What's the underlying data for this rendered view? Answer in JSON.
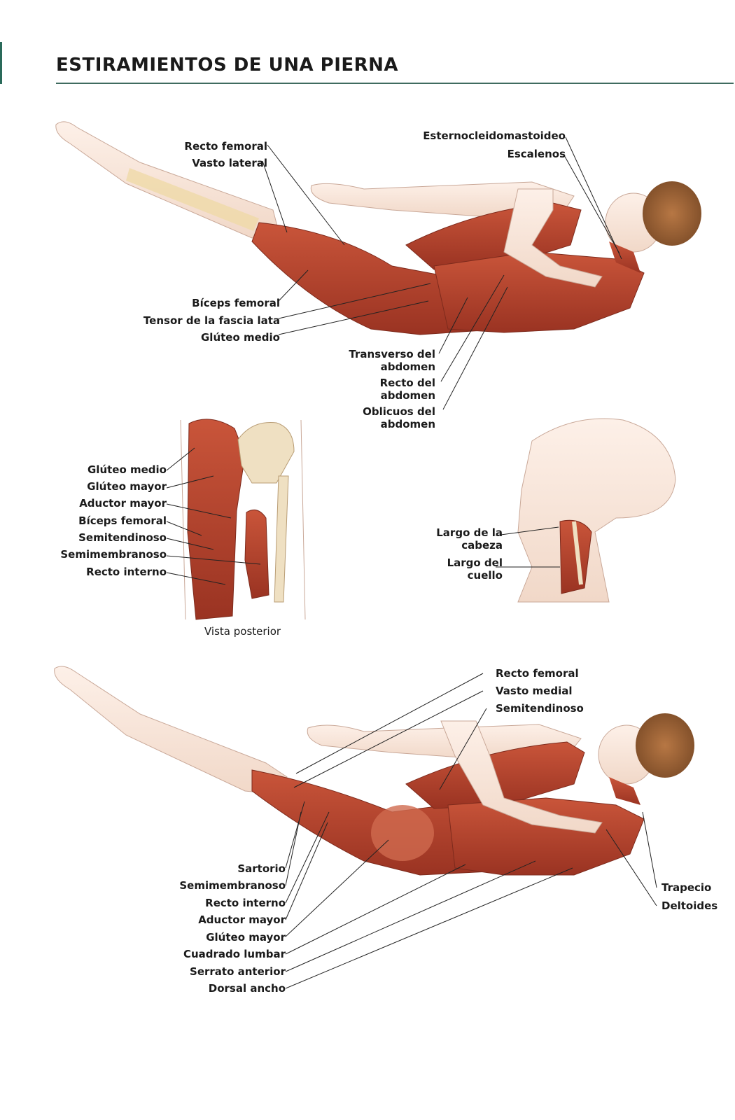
{
  "title": "ESTIRAMIENTOS DE UNA PIERNA",
  "figure1": {
    "labels": {
      "recto_femoral": "Recto femoral",
      "vasto_lateral": "Vasto lateral",
      "biceps_femoral": "Bíceps femoral",
      "tensor_fascia_lata": "Tensor de la fascia lata",
      "gluteo_medio": "Glúteo medio",
      "esternocleidomastoideo": "Esternocleidomastoideo",
      "escalenos": "Escalenos",
      "transverso_1": "Transverso del",
      "transverso_2": "abdomen",
      "recto_abd_1": "Recto del",
      "recto_abd_2": "abdomen",
      "oblicuos_1": "Oblicuos del",
      "oblicuos_2": "abdomen"
    }
  },
  "figure2": {
    "caption": "Vista posterior",
    "labels": {
      "gluteo_medio": "Glúteo medio",
      "gluteo_mayor": "Glúteo mayor",
      "aductor_mayor": "Aductor mayor",
      "biceps_femoral": "Bíceps femoral",
      "semitendinoso": "Semitendinoso",
      "semimembranoso": "Semimembranoso",
      "recto_interno": "Recto interno"
    }
  },
  "figure3": {
    "labels": {
      "largo_cabeza_1": "Largo de la",
      "largo_cabeza_2": "cabeza",
      "largo_cuello_1": "Largo del",
      "largo_cuello_2": "cuello"
    }
  },
  "figure4": {
    "labels": {
      "recto_femoral": "Recto femoral",
      "vasto_medial": "Vasto medial",
      "semitendinoso": "Semitendinoso",
      "sartorio": "Sartorio",
      "semimembranoso": "Semimembranoso",
      "recto_interno": "Recto interno",
      "aductor_mayor": "Aductor mayor",
      "gluteo_mayor": "Glúteo mayor",
      "cuadrado_lumbar": "Cuadrado lumbar",
      "serrato_anterior": "Serrato anterior",
      "dorsal_ancho": "Dorsal ancho",
      "trapecio": "Trapecio",
      "deltoides": "Deltoides"
    }
  }
}
